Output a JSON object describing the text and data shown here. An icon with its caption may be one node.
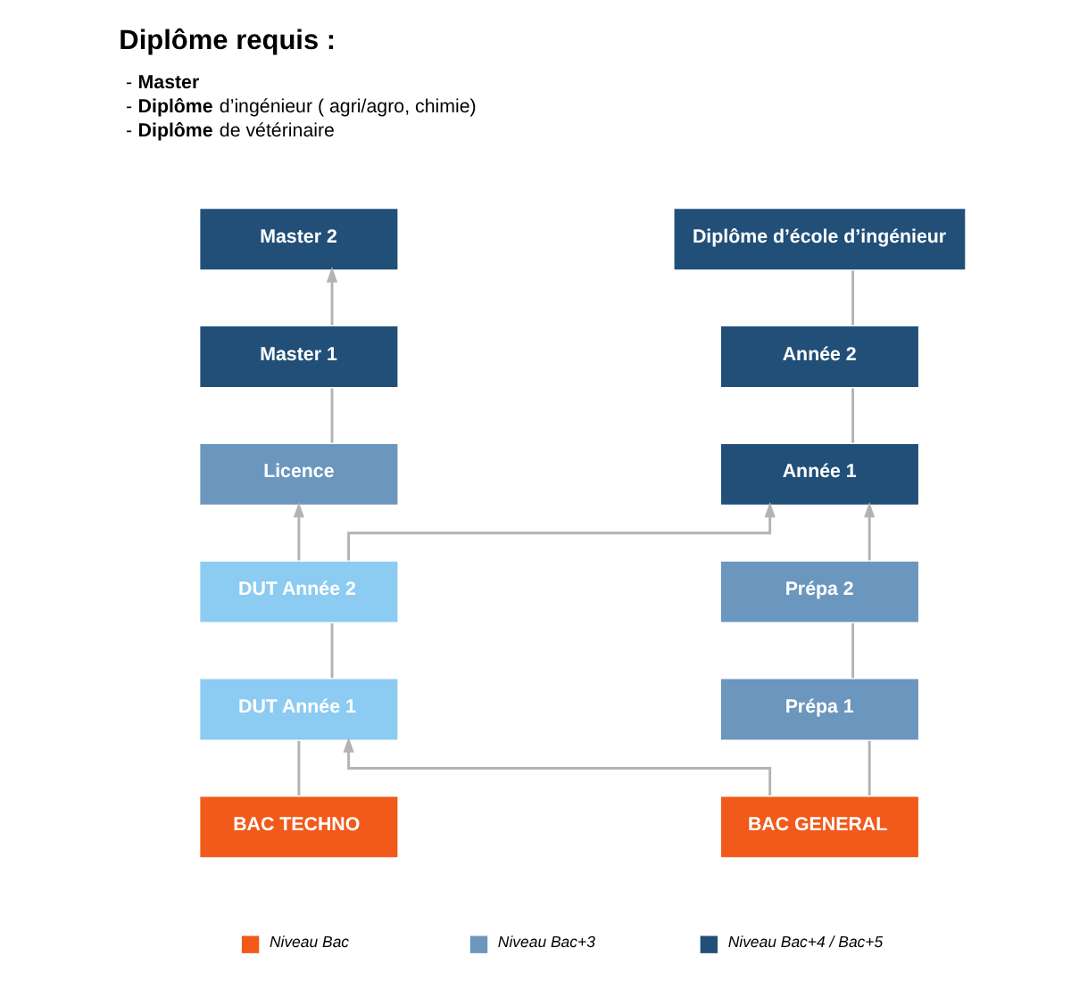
{
  "diagram": {
    "title": "Diplôme requis :",
    "nodes": [
      {
        "text": [
          "Master 2"
        ]
      },
      {
        "text": [
          "Diplôme d’école d’ingénieur"
        ]
      },
      {
        "text": [
          "Master 1"
        ]
      },
      {
        "text": [
          "Année 2"
        ]
      },
      {
        "text": [
          "Licence"
        ]
      },
      {
        "text": [
          "Année 1"
        ]
      },
      {
        "text": [
          "DUT Année 2"
        ]
      },
      {
        "text": [
          "Prépa 2"
        ]
      },
      {
        "text": [
          "DUT Année 1"
        ]
      },
      {
        "text": [
          "Prépa 1"
        ]
      },
      {
        "text": [
          "BAC TECHNO"
        ]
      },
      {
        "text": [
          "BAC GENERAL"
        ]
      }
    ],
    "edges": [
      {
        "from": 10,
        "to": 8,
        "arrow": "none"
      },
      {
        "from": 8,
        "to": 6,
        "arrow": "none"
      },
      {
        "from": 6,
        "to": 4,
        "arrow": "to"
      },
      {
        "from": 4,
        "to": 2,
        "arrow": "none"
      },
      {
        "from": 2,
        "to": 0,
        "arrow": "to"
      },
      {
        "from": 6,
        "to": 5,
        "arrow": "to"
      },
      {
        "from": 11,
        "to": 8,
        "arrow": "to"
      },
      {
        "from": 11,
        "to": 9,
        "arrow": "none"
      },
      {
        "from": 9,
        "to": 7,
        "arrow": "none"
      },
      {
        "from": 7,
        "to": 5,
        "arrow": "to"
      },
      {
        "from": 5,
        "to": 3,
        "arrow": "none"
      },
      {
        "from": 3,
        "to": 1,
        "arrow": "none"
      }
    ],
    "labels": [
      "- **Master**",
      "- **Diplôme** d’ingénieur ( agri/agro, chimie)",
      "- **Diplôme** de vétérinaire"
    ],
    "legend": [
      {
        "text": "Niveau Bac",
        "color": "#f15a1a"
      },
      {
        "text": "Niveau Bac+3",
        "color": "#6b96bd"
      },
      {
        "text": "Niveau Bac+4 / Bac+5",
        "color": "#214f78"
      }
    ]
  }
}
